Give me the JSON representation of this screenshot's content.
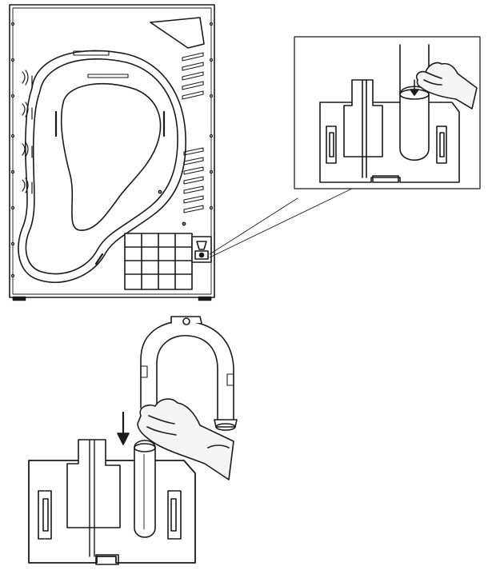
{
  "figure": {
    "background": "#ffffff",
    "line_color": "#1a1a1a",
    "glove_fill": "#f4f4f4",
    "illustrations": [
      "dryer-rear-panel",
      "zoom-callout",
      "hose-removal-step",
      "hose-connection-step"
    ],
    "icons": [
      "down-arrow-icon",
      "hand-icon",
      "grid-panel-icon"
    ]
  }
}
